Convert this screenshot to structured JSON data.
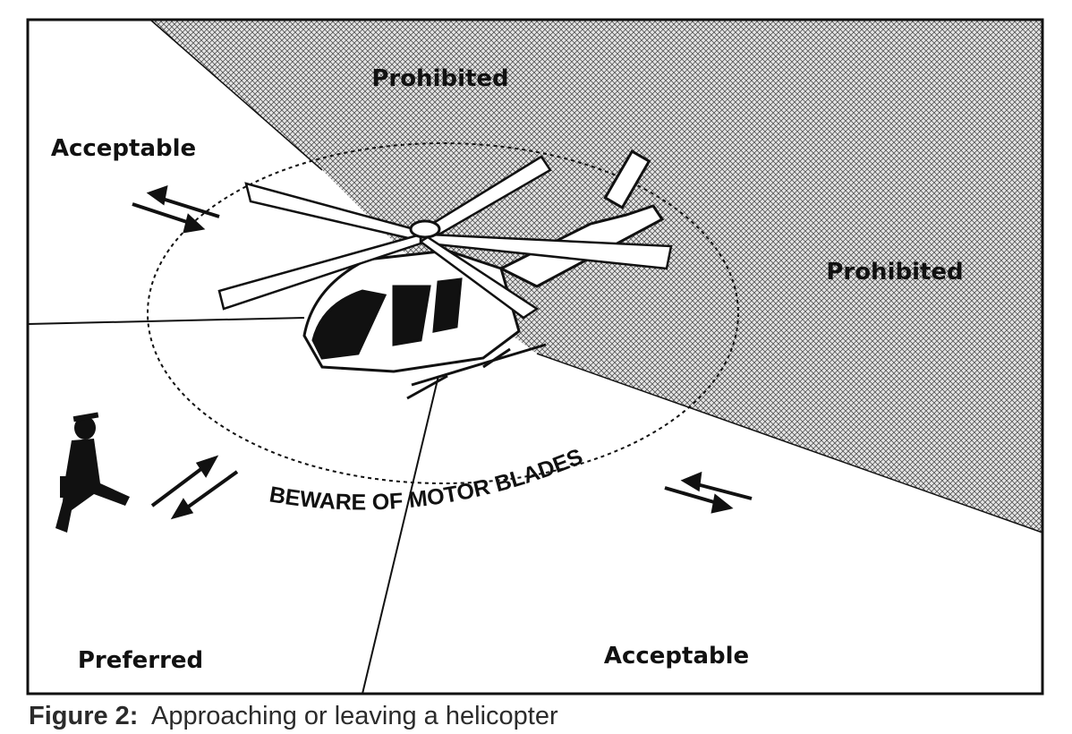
{
  "zones": {
    "prohibited_top": "Prohibited",
    "acceptable_left": "Acceptable",
    "prohibited_right": "Prohibited",
    "preferred": "Preferred",
    "acceptable_bottom": "Acceptable"
  },
  "warning": "BEWARE OF MOTOR BLADES",
  "caption": {
    "label": "Figure 2:",
    "text": "Approaching or leaving a helicopter"
  }
}
